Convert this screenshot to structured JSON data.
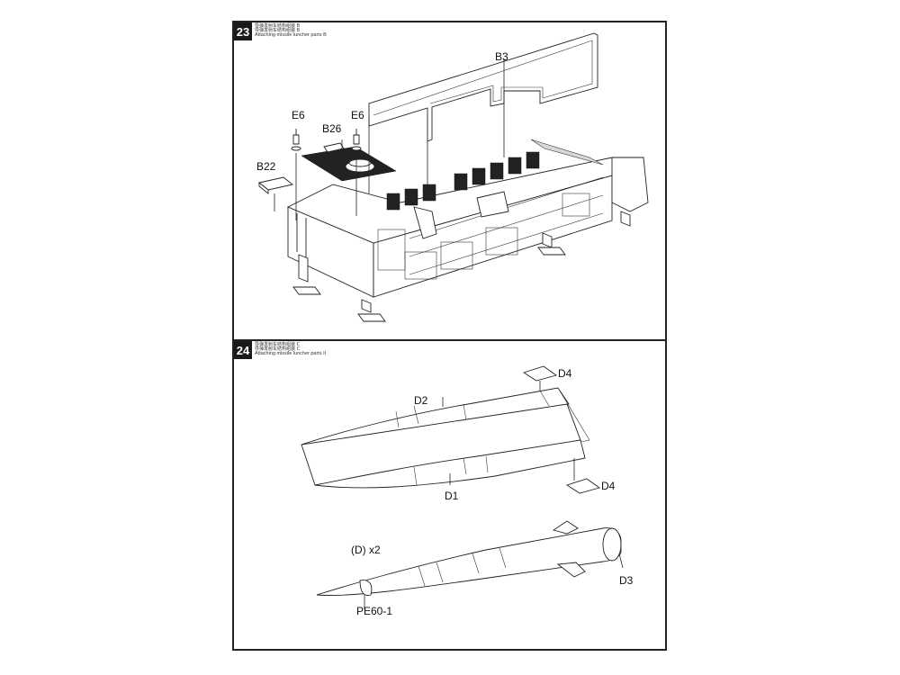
{
  "steps": [
    {
      "number": "23",
      "caption_cn_1": "导弹发射车结构组装 B",
      "caption_cn_2": "导弹发射车结构组装 B",
      "caption_en": "Attaching missile luncher parts B",
      "labels": {
        "b3": "B3",
        "e6_left": "E6",
        "e6_right": "E6",
        "b26": "B26",
        "b22": "B22"
      }
    },
    {
      "number": "24",
      "caption_cn_1": "导弹发射车结构组装 C",
      "caption_cn_2": "导弹发射车结构组装 C",
      "caption_en": "Attaching missile luncher parts II",
      "labels": {
        "d4_top": "D4",
        "d2": "D2",
        "d1": "D1",
        "d4_bottom": "D4",
        "quantity": "(D) x2",
        "d3": "D3",
        "pe": "PE60-1"
      }
    }
  ]
}
